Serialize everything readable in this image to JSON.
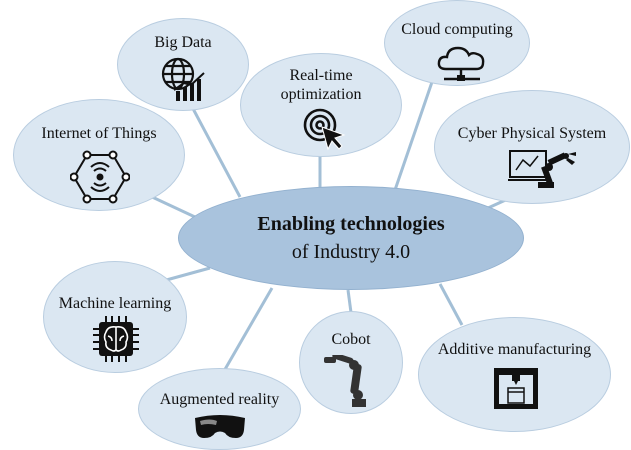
{
  "center": {
    "title": "Enabling technologies",
    "subtitle": "of Industry 4.0"
  },
  "nodes": {
    "big_data": "Big Data",
    "cloud": "Cloud computing",
    "realtime": "Real-time\noptimization",
    "iot": "Internet of Things",
    "cps": "Cyber Physical System",
    "ml": "Machine learning",
    "cobot": "Cobot",
    "additive": "Additive manufacturing",
    "ar": "Augmented reality"
  },
  "colors": {
    "node_fill": "#dbe7f2",
    "center_fill": "#a9c3dd",
    "connector": "#a3bfd6"
  }
}
